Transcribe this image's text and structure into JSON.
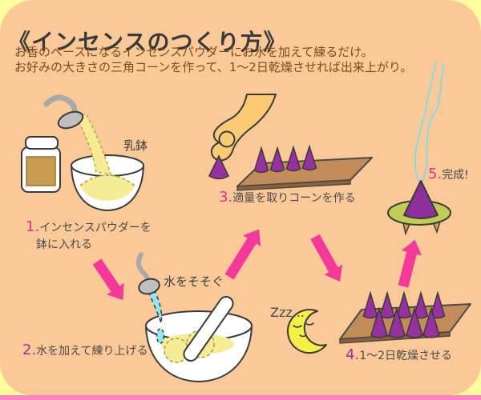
{
  "page": {
    "title": "《インセンスのつくり方》",
    "intro_line1": "お香のベースになるインセンスパウダーにお水を加えて練るだけ。",
    "intro_line2": "お好みの大きさの三角コーンを作って、1〜2日乾燥させれば出来上がり。"
  },
  "labels": {
    "mortar": "乳鉢",
    "pour_water": "水をそそぐ",
    "sleep": "Zzz..."
  },
  "steps": [
    {
      "num": "1.",
      "text": "インセンスパウダーを",
      "text_line2": "鉢に入れる"
    },
    {
      "num": "2.",
      "text": "水を加えて練り上げる"
    },
    {
      "num": "3.",
      "text": "適量を取りコーンを作る"
    },
    {
      "num": "4.",
      "text": "1〜2日乾燥させる"
    },
    {
      "num": "5.",
      "text": "完成!"
    }
  ],
  "colors": {
    "panel_orange": "#fbc998",
    "outer_yellow": "#ffff9e",
    "bottom_pink": "#ff85c2",
    "arrow_pink": "#f5399b",
    "step_number_magenta": "#e8318f",
    "step_number_purple": "#9b3095",
    "intro_brown": "#7d4a1e",
    "caption_gray": "#4a4a4a",
    "cone_purple": "#97319f",
    "board_brown": "#c18b5a",
    "board_edge_brown": "#8f6137",
    "powder_yellow": "#f6ec96",
    "water_cyan": "#8fe9f4",
    "smoke_cyan": "#7edce8",
    "moon_yellow": "#f4f046",
    "dish_green": "#c1cc57",
    "jar_label_tan": "#c89b51",
    "hand_skin": "#facb72",
    "spoon_gray": "#bfbfbf"
  }
}
